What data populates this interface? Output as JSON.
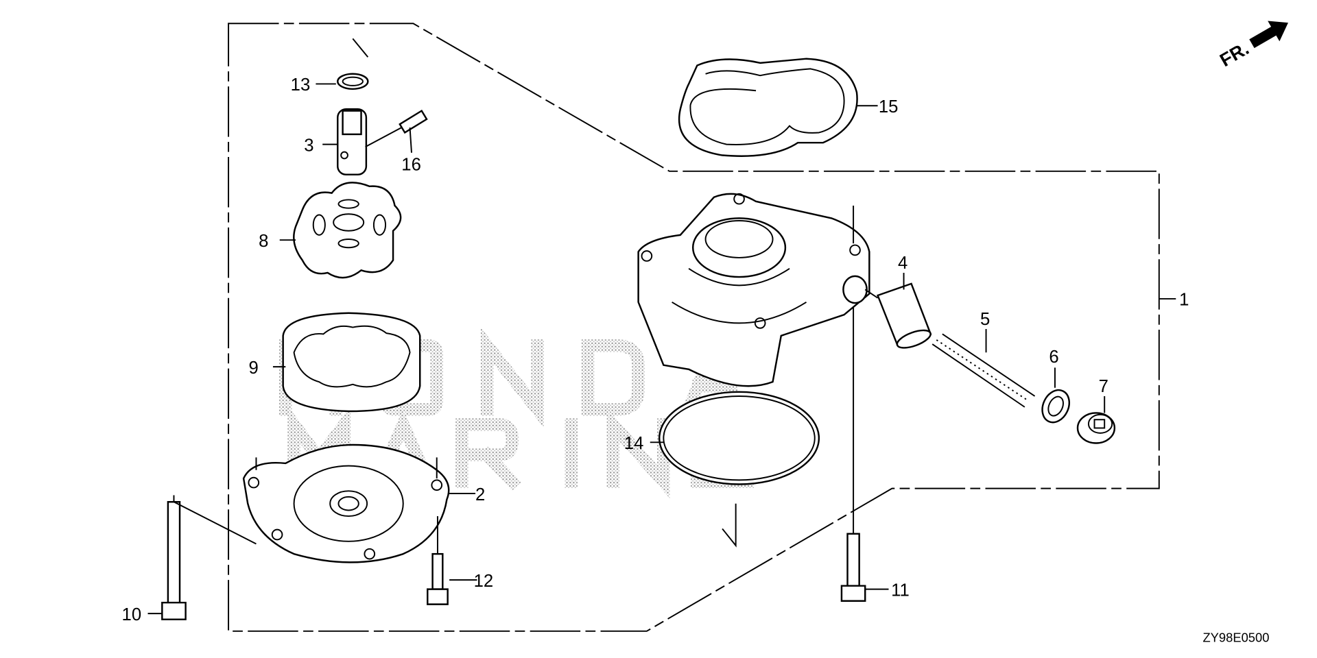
{
  "diagram": {
    "watermark": [
      "HONDA",
      "MARINE"
    ],
    "direction_label": "FR.",
    "drawing_code": "ZY98E0500",
    "callouts": {
      "c1": "1",
      "c2": "2",
      "c3": "3",
      "c4": "4",
      "c5": "5",
      "c6": "6",
      "c7": "7",
      "c8": "8",
      "c9": "9",
      "c10": "10",
      "c11": "11",
      "c12": "12",
      "c13": "13",
      "c14": "14",
      "c15": "15",
      "c16": "16"
    },
    "colors": {
      "line": "#000000",
      "watermark": "#9a9a9a",
      "background": "#ffffff"
    }
  }
}
